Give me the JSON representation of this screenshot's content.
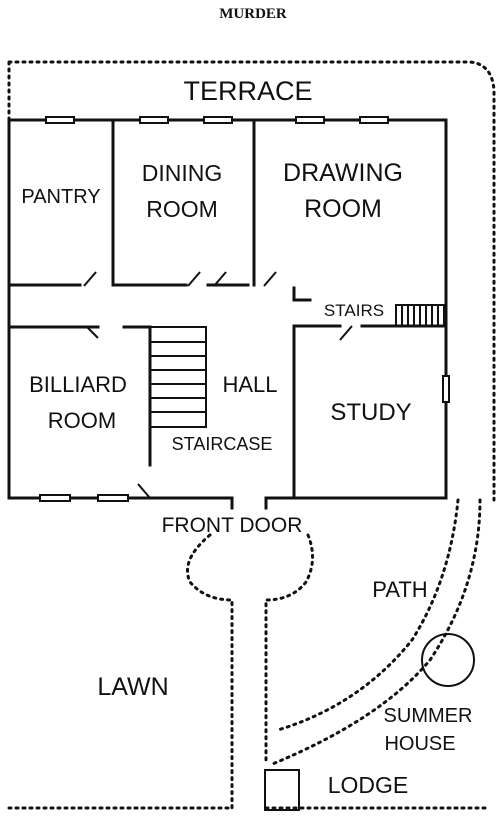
{
  "header": {
    "title": "MURDER"
  },
  "labels": {
    "terrace": "TERRACE",
    "pantry": "PANTRY",
    "dining_1": "DINING",
    "dining_2": "ROOM",
    "drawing_1": "DRAWING",
    "drawing_2": "ROOM",
    "stairs": "STAIRS",
    "billiard_1": "BILLIARD",
    "billiard_2": "ROOM",
    "hall": "HALL",
    "staircase": "STAIRCASE",
    "study": "STUDY",
    "front_door": "FRONT DOOR",
    "path": "PATH",
    "lawn": "LAWN",
    "summer_1": "SUMMER",
    "summer_2": "HOUSE",
    "lodge": "LODGE"
  }
}
